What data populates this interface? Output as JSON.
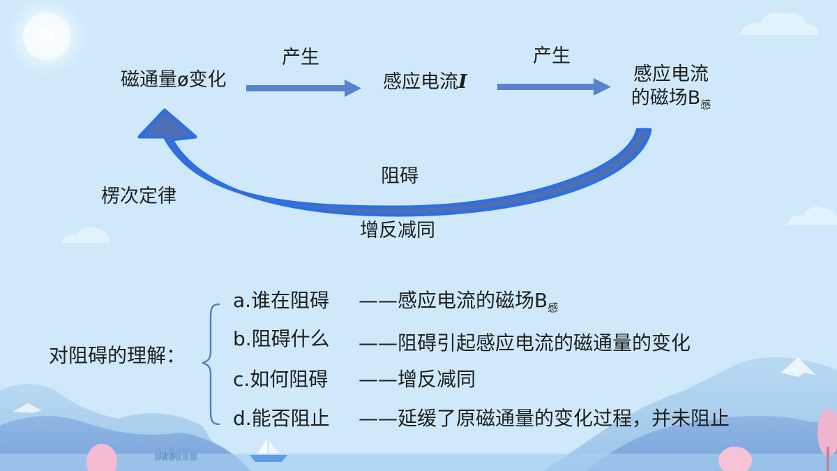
{
  "diagram": {
    "node_flux": {
      "label": "磁通量ø变化"
    },
    "arrow1_label": "产生",
    "node_current": {
      "label": "感应电流",
      "symbol": "I"
    },
    "arrow2_label": "产生",
    "node_field": {
      "line1": "感应电流",
      "line2": "的磁场B",
      "subscript": "感"
    },
    "feedback_label": "阻碍",
    "law_label": "楞次定律",
    "rule_label": "增反减同"
  },
  "understanding": {
    "title": "对阻碍的理解：",
    "items": [
      {
        "question": "a.谁在阻碍",
        "answer": "——感应电流的磁场B",
        "answer_subscript": "感"
      },
      {
        "question": "b.阻碍什么",
        "answer": "——阻碍引起感应电流的磁通量的变化"
      },
      {
        "question": "c.如何阻碍",
        "answer": "——增反减同"
      },
      {
        "question": "d.能否阻止",
        "answer": "——延缓了原磁通量的变化过程，并未阻止"
      }
    ]
  },
  "colors": {
    "background": "#cfe9fb",
    "arrow_straight": "#5a82cf",
    "arrow_curve_outer": "#2f6fe0",
    "arrow_curve_inner": "#4f6fb4",
    "brace": "#5a7ebf"
  },
  "decoration": {
    "boat_sign": "LEN"
  }
}
